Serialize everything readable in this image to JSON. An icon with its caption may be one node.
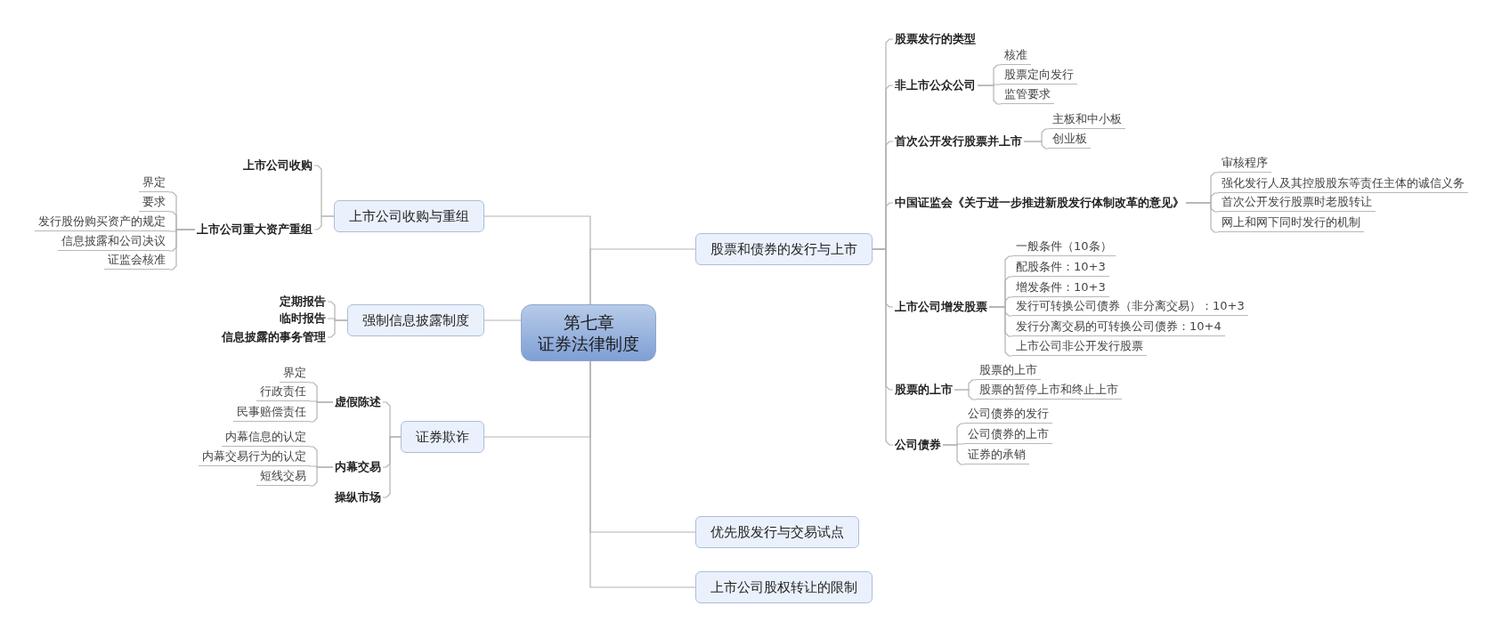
{
  "diagram": {
    "nodes": [
      {
        "text": [
          "第七章",
          "证券法律制度"
        ]
      },
      {
        "text": [
          "上市公司收购与重组"
        ]
      },
      {
        "text": [
          "上市公司收购"
        ]
      },
      {
        "text": [
          "上市公司重大资产重组"
        ]
      },
      {
        "text": [
          "界定"
        ]
      },
      {
        "text": [
          "要求"
        ]
      },
      {
        "text": [
          "发行股份购买资产的规定"
        ]
      },
      {
        "text": [
          "信息披露和公司决议"
        ]
      },
      {
        "text": [
          "证监会核准"
        ]
      },
      {
        "text": [
          "强制信息披露制度"
        ]
      },
      {
        "text": [
          "定期报告"
        ]
      },
      {
        "text": [
          "临时报告"
        ]
      },
      {
        "text": [
          "信息披露的事务管理"
        ]
      },
      {
        "text": [
          "证券欺诈"
        ]
      },
      {
        "text": [
          "虚假陈述"
        ]
      },
      {
        "text": [
          "界定"
        ]
      },
      {
        "text": [
          "行政责任"
        ]
      },
      {
        "text": [
          "民事赔偿责任"
        ]
      },
      {
        "text": [
          "内幕交易"
        ]
      },
      {
        "text": [
          "内幕信息的认定"
        ]
      },
      {
        "text": [
          "内幕交易行为的认定"
        ]
      },
      {
        "text": [
          "短线交易"
        ]
      },
      {
        "text": [
          "操纵市场"
        ]
      },
      {
        "text": [
          "股票和债券的发行与上市"
        ]
      },
      {
        "text": [
          "股票发行的类型"
        ]
      },
      {
        "text": [
          "非上市公众公司"
        ]
      },
      {
        "text": [
          "核准"
        ]
      },
      {
        "text": [
          "股票定向发行"
        ]
      },
      {
        "text": [
          "监管要求"
        ]
      },
      {
        "text": [
          "首次公开发行股票并上市"
        ]
      },
      {
        "text": [
          "主板和中小板"
        ]
      },
      {
        "text": [
          "创业板"
        ]
      },
      {
        "text": [
          "中国证监会《关于进一步推进新股发行体制改革的意见》"
        ]
      },
      {
        "text": [
          "审核程序"
        ]
      },
      {
        "text": [
          "强化发行人及其控股股东等责任主体的诚信义务"
        ]
      },
      {
        "text": [
          "首次公开发行股票时老股转让"
        ]
      },
      {
        "text": [
          "网上和网下同时发行的机制"
        ]
      },
      {
        "text": [
          "上市公司增发股票"
        ]
      },
      {
        "text": [
          "一般条件（10条）"
        ]
      },
      {
        "text": [
          "配股条件：10+3"
        ]
      },
      {
        "text": [
          "增发条件：10+3"
        ]
      },
      {
        "text": [
          "发行可转换公司债券（非分离交易）：10+3"
        ]
      },
      {
        "text": [
          "发行分离交易的可转换公司债券：10+4"
        ]
      },
      {
        "text": [
          "上市公司非公开发行股票"
        ]
      },
      {
        "text": [
          "股票的上市"
        ]
      },
      {
        "text": [
          "股票的上市"
        ]
      },
      {
        "text": [
          "股票的暂停上市和终止上市"
        ]
      },
      {
        "text": [
          "公司债券"
        ]
      },
      {
        "text": [
          "公司债券的发行"
        ]
      },
      {
        "text": [
          "公司债券的上市"
        ]
      },
      {
        "text": [
          "证券的承销"
        ]
      },
      {
        "text": [
          "优先股发行与交易试点"
        ]
      },
      {
        "text": [
          "上市公司股权转让的限制"
        ]
      }
    ],
    "edges": [
      {
        "from": 0,
        "to": 1,
        "arrow": "none"
      },
      {
        "from": 1,
        "to": 2,
        "arrow": "none"
      },
      {
        "from": 1,
        "to": 3,
        "arrow": "none"
      },
      {
        "from": 3,
        "to": 4,
        "arrow": "none"
      },
      {
        "from": 3,
        "to": 5,
        "arrow": "none"
      },
      {
        "from": 3,
        "to": 6,
        "arrow": "none"
      },
      {
        "from": 3,
        "to": 7,
        "arrow": "none"
      },
      {
        "from": 3,
        "to": 8,
        "arrow": "none"
      },
      {
        "from": 0,
        "to": 9,
        "arrow": "none"
      },
      {
        "from": 9,
        "to": 10,
        "arrow": "none"
      },
      {
        "from": 9,
        "to": 11,
        "arrow": "none"
      },
      {
        "from": 9,
        "to": 12,
        "arrow": "none"
      },
      {
        "from": 0,
        "to": 13,
        "arrow": "none"
      },
      {
        "from": 13,
        "to": 14,
        "arrow": "none"
      },
      {
        "from": 14,
        "to": 15,
        "arrow": "none"
      },
      {
        "from": 14,
        "to": 16,
        "arrow": "none"
      },
      {
        "from": 14,
        "to": 17,
        "arrow": "none"
      },
      {
        "from": 13,
        "to": 18,
        "arrow": "none"
      },
      {
        "from": 18,
        "to": 19,
        "arrow": "none"
      },
      {
        "from": 18,
        "to": 20,
        "arrow": "none"
      },
      {
        "from": 18,
        "to": 21,
        "arrow": "none"
      },
      {
        "from": 13,
        "to": 22,
        "arrow": "none"
      },
      {
        "from": 0,
        "to": 23,
        "arrow": "none"
      },
      {
        "from": 23,
        "to": 24,
        "arrow": "none"
      },
      {
        "from": 23,
        "to": 25,
        "arrow": "none"
      },
      {
        "from": 25,
        "to": 26,
        "arrow": "none"
      },
      {
        "from": 25,
        "to": 27,
        "arrow": "none"
      },
      {
        "from": 25,
        "to": 28,
        "arrow": "none"
      },
      {
        "from": 23,
        "to": 29,
        "arrow": "none"
      },
      {
        "from": 29,
        "to": 30,
        "arrow": "none"
      },
      {
        "from": 29,
        "to": 31,
        "arrow": "none"
      },
      {
        "from": 23,
        "to": 32,
        "arrow": "none"
      },
      {
        "from": 32,
        "to": 33,
        "arrow": "none"
      },
      {
        "from": 32,
        "to": 34,
        "arrow": "none"
      },
      {
        "from": 32,
        "to": 35,
        "arrow": "none"
      },
      {
        "from": 32,
        "to": 36,
        "arrow": "none"
      },
      {
        "from": 23,
        "to": 37,
        "arrow": "none"
      },
      {
        "from": 37,
        "to": 38,
        "arrow": "none"
      },
      {
        "from": 37,
        "to": 39,
        "arrow": "none"
      },
      {
        "from": 37,
        "to": 40,
        "arrow": "none"
      },
      {
        "from": 37,
        "to": 41,
        "arrow": "none"
      },
      {
        "from": 37,
        "to": 42,
        "arrow": "none"
      },
      {
        "from": 37,
        "to": 43,
        "arrow": "none"
      },
      {
        "from": 23,
        "to": 44,
        "arrow": "none"
      },
      {
        "from": 44,
        "to": 45,
        "arrow": "none"
      },
      {
        "from": 44,
        "to": 46,
        "arrow": "none"
      },
      {
        "from": 23,
        "to": 47,
        "arrow": "none"
      },
      {
        "from": 47,
        "to": 48,
        "arrow": "none"
      },
      {
        "from": 47,
        "to": 49,
        "arrow": "none"
      },
      {
        "from": 47,
        "to": 50,
        "arrow": "none"
      },
      {
        "from": 0,
        "to": 51,
        "arrow": "none"
      },
      {
        "from": 0,
        "to": 52,
        "arrow": "none"
      }
    ]
  }
}
